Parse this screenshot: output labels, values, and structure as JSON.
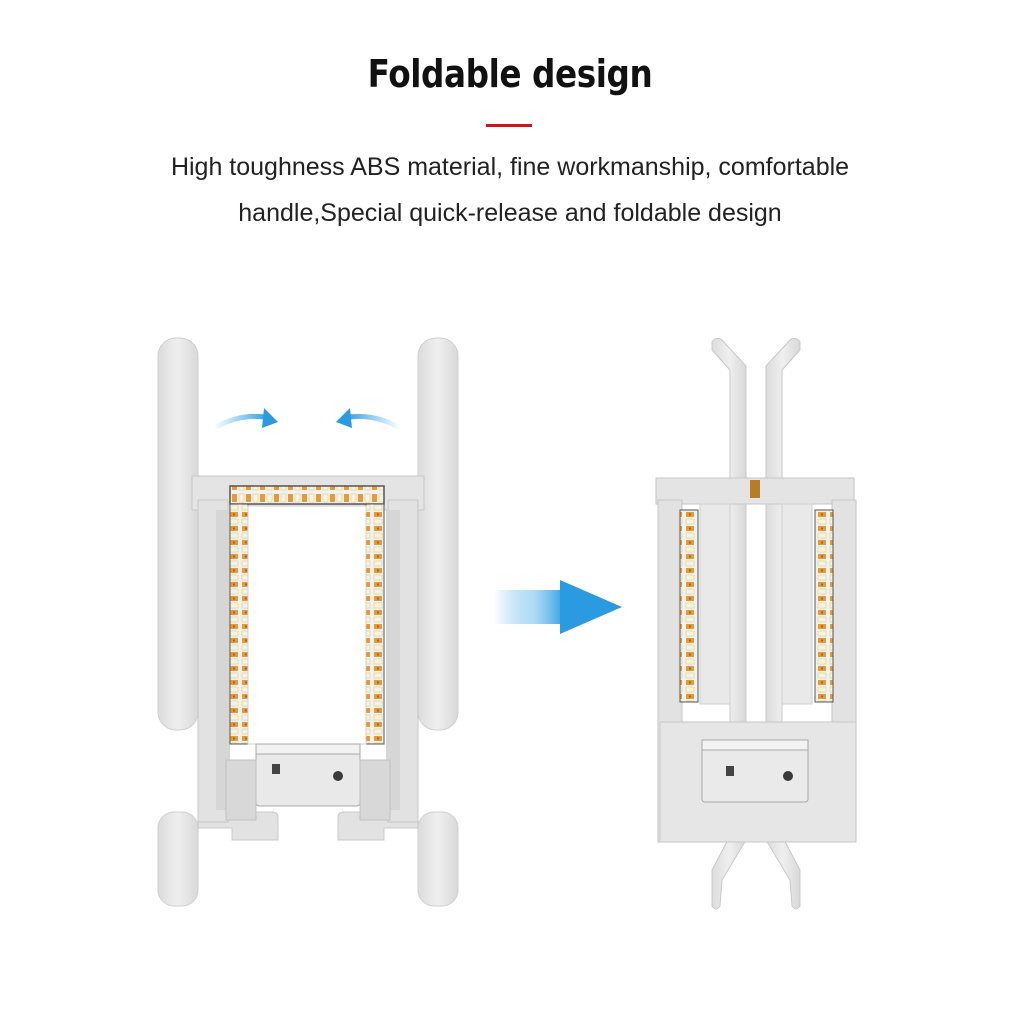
{
  "heading": {
    "title": "Foldable design",
    "accent_color": "#d0121b"
  },
  "description": {
    "line1": "High toughness ABS material, fine workmanship, comfortable",
    "line2": "handle,Special quick-release and foldable design"
  },
  "illustration": {
    "product_color": "#e7e7e7",
    "arrow_color": "#2a9be0",
    "led_warm": "#e59a3a",
    "led_cool": "#f8f4d9"
  }
}
